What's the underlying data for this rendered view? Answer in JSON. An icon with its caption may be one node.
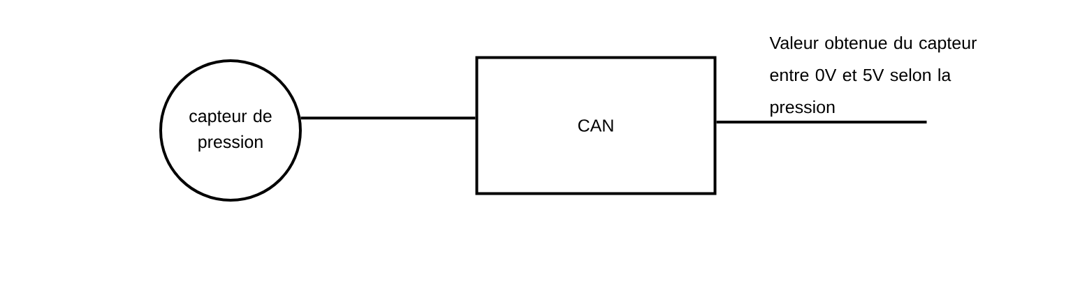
{
  "diagram": {
    "nodes": [
      {
        "text": [
          "capteur de pression"
        ]
      },
      {
        "text": [
          "CAN"
        ]
      }
    ],
    "edges": [
      {
        "from": 0,
        "to": 1,
        "arrow": "none"
      },
      {
        "from": 1,
        "to": null,
        "arrow": "none",
        "label": "Valeur obtenue du capteur entre 0V et 5V selon la pression"
      }
    ]
  }
}
